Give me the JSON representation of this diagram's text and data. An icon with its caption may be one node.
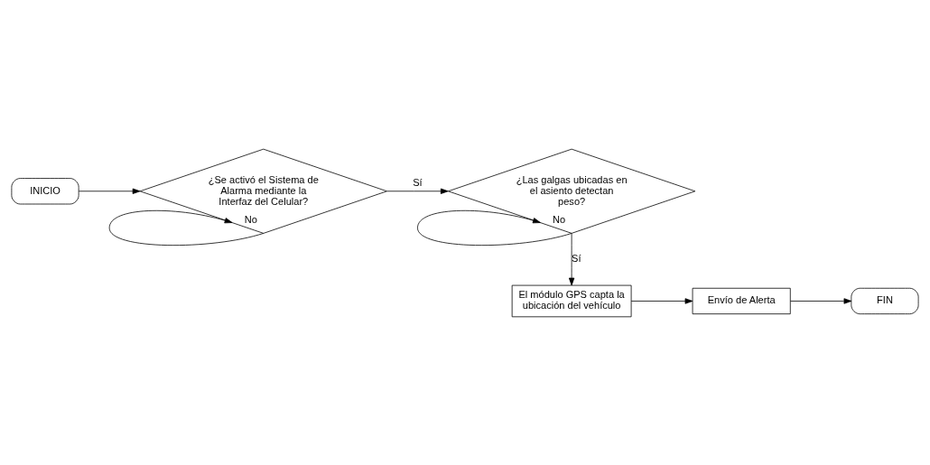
{
  "diagram": {
    "nodes": [
      {
        "text": [
          "INICIO"
        ]
      },
      {
        "text": [
          "¿Se activó el Sistema de Alarma mediante la Interfaz del Celular?"
        ]
      },
      {
        "text": [
          "¿Las galgas ubicadas en el asiento detectan peso?"
        ]
      },
      {
        "text": [
          "El módulo GPS capta la ubicación del vehículo"
        ]
      },
      {
        "text": [
          "Envío de Alerta"
        ]
      },
      {
        "text": [
          "FIN"
        ]
      }
    ],
    "edges": [
      {
        "from": 0,
        "to": 1,
        "arrow": "to"
      },
      {
        "from": 1,
        "to": 1,
        "arrow": "to",
        "label": "No"
      },
      {
        "from": 1,
        "to": 2,
        "arrow": "to",
        "label": "Sí"
      },
      {
        "from": 2,
        "to": 2,
        "arrow": "to",
        "label": "No"
      },
      {
        "from": 2,
        "to": 3,
        "arrow": "to",
        "label": "Sí"
      },
      {
        "from": 3,
        "to": 4,
        "arrow": "to"
      },
      {
        "from": 4,
        "to": 5,
        "arrow": "to"
      }
    ]
  }
}
